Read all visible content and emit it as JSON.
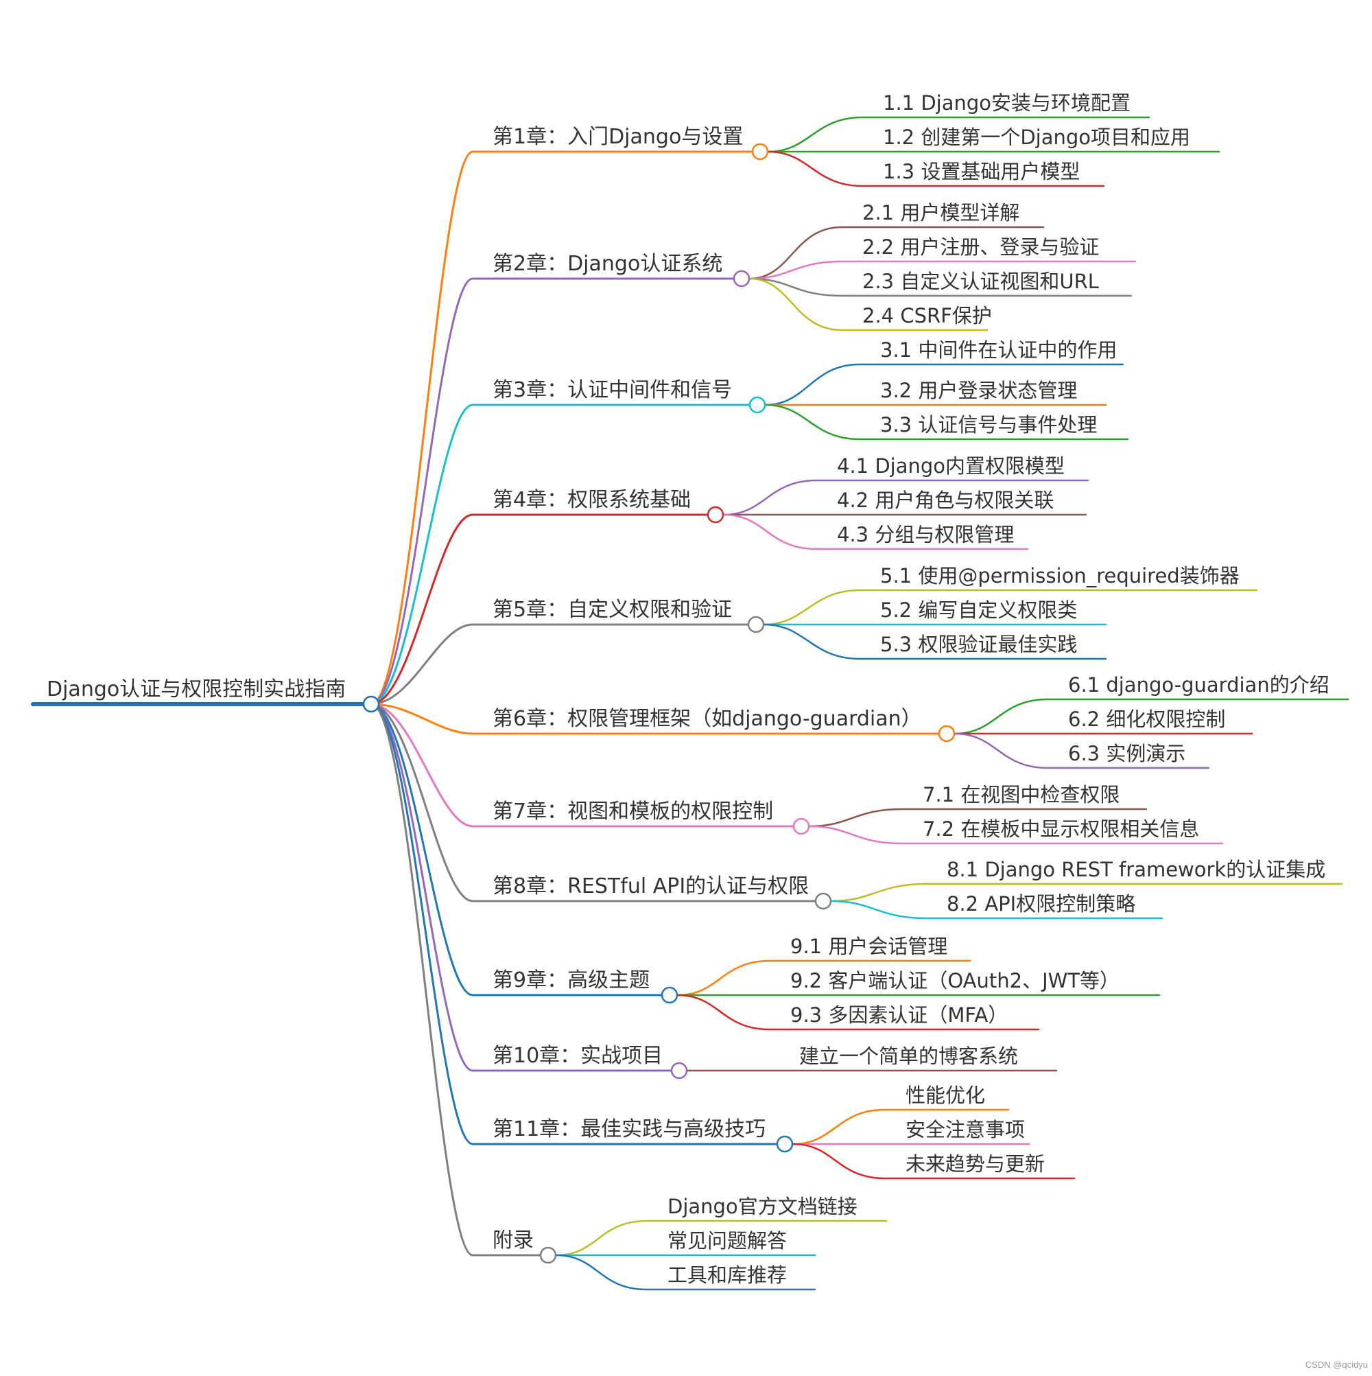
{
  "watermark": "CSDN @qcidyu",
  "root": {
    "label": "Django认证与权限控制实战指南",
    "color": "#1f6fb2"
  },
  "chapters": [
    {
      "label": "第1章：入门Django与设置",
      "color": "#ff7f0e",
      "children": [
        {
          "label": "1.1 Django安装与环境配置",
          "color": "#2ca02c"
        },
        {
          "label": "1.2 创建第一个Django项目和应用",
          "color": "#2ca02c"
        },
        {
          "label": "1.3 设置基础用户模型",
          "color": "#d62728"
        }
      ]
    },
    {
      "label": "第2章：Django认证系统",
      "color": "#9467bd",
      "children": [
        {
          "label": "2.1 用户模型详解",
          "color": "#8c564b"
        },
        {
          "label": "2.2 用户注册、登录与验证",
          "color": "#e377c2"
        },
        {
          "label": "2.3 自定义认证视图和URL",
          "color": "#7f7f7f"
        },
        {
          "label": "2.4 CSRF保护",
          "color": "#bcbd22"
        }
      ]
    },
    {
      "label": "第3章：认证中间件和信号",
      "color": "#17becf",
      "children": [
        {
          "label": "3.1 中间件在认证中的作用",
          "color": "#1f77b4"
        },
        {
          "label": "3.2 用户登录状态管理",
          "color": "#ff7f0e"
        },
        {
          "label": "3.3 认证信号与事件处理",
          "color": "#2ca02c"
        }
      ]
    },
    {
      "label": "第4章：权限系统基础",
      "color": "#d62728",
      "children": [
        {
          "label": "4.1 Django内置权限模型",
          "color": "#9467bd"
        },
        {
          "label": "4.2 用户角色与权限关联",
          "color": "#8c564b"
        },
        {
          "label": "4.3 分组与权限管理",
          "color": "#e377c2"
        }
      ]
    },
    {
      "label": "第5章：自定义权限和验证",
      "color": "#7f7f7f",
      "children": [
        {
          "label": "5.1 使用@permission_required装饰器",
          "color": "#bcbd22"
        },
        {
          "label": "5.2 编写自定义权限类",
          "color": "#17becf"
        },
        {
          "label": "5.3 权限验证最佳实践",
          "color": "#1f77b4"
        }
      ]
    },
    {
      "label": "第6章：权限管理框架（如django-guardian）",
      "color": "#ff7f0e",
      "children": [
        {
          "label": "6.1 django-guardian的介绍",
          "color": "#2ca02c"
        },
        {
          "label": "6.2 细化权限控制",
          "color": "#d62728"
        },
        {
          "label": "6.3 实例演示",
          "color": "#9467bd"
        }
      ]
    },
    {
      "label": "第7章：视图和模板的权限控制",
      "color": "#e377c2",
      "children": [
        {
          "label": "7.1 在视图中检查权限",
          "color": "#8c564b"
        },
        {
          "label": "7.2 在模板中显示权限相关信息",
          "color": "#e377c2"
        }
      ]
    },
    {
      "label": "第8章：RESTful API的认证与权限",
      "color": "#7f7f7f",
      "children": [
        {
          "label": "8.1 Django REST framework的认证集成",
          "color": "#bcbd22"
        },
        {
          "label": "8.2 API权限控制策略",
          "color": "#17becf"
        }
      ]
    },
    {
      "label": "第9章：高级主题",
      "color": "#1f77b4",
      "children": [
        {
          "label": "9.1 用户会话管理",
          "color": "#ff7f0e"
        },
        {
          "label": "9.2 客户端认证（OAuth2、JWT等）",
          "color": "#2ca02c"
        },
        {
          "label": "9.3 多因素认证（MFA）",
          "color": "#d62728"
        }
      ]
    },
    {
      "label": "第10章：实战项目",
      "color": "#9467bd",
      "children": [
        {
          "label": "建立一个简单的博客系统",
          "color": "#8c564b"
        }
      ]
    },
    {
      "label": "第11章：最佳实践与高级技巧",
      "color": "#1f77b4",
      "children": [
        {
          "label": "性能优化",
          "color": "#ff7f0e"
        },
        {
          "label": "安全注意事项",
          "color": "#e377c2"
        },
        {
          "label": "未来趋势与更新",
          "color": "#d62728"
        }
      ]
    },
    {
      "label": "附录",
      "color": "#7f7f7f",
      "children": [
        {
          "label": "Django官方文档链接",
          "color": "#bcbd22"
        },
        {
          "label": "常见问题解答",
          "color": "#17becf"
        },
        {
          "label": "工具和库推荐",
          "color": "#1f77b4"
        }
      ]
    }
  ]
}
